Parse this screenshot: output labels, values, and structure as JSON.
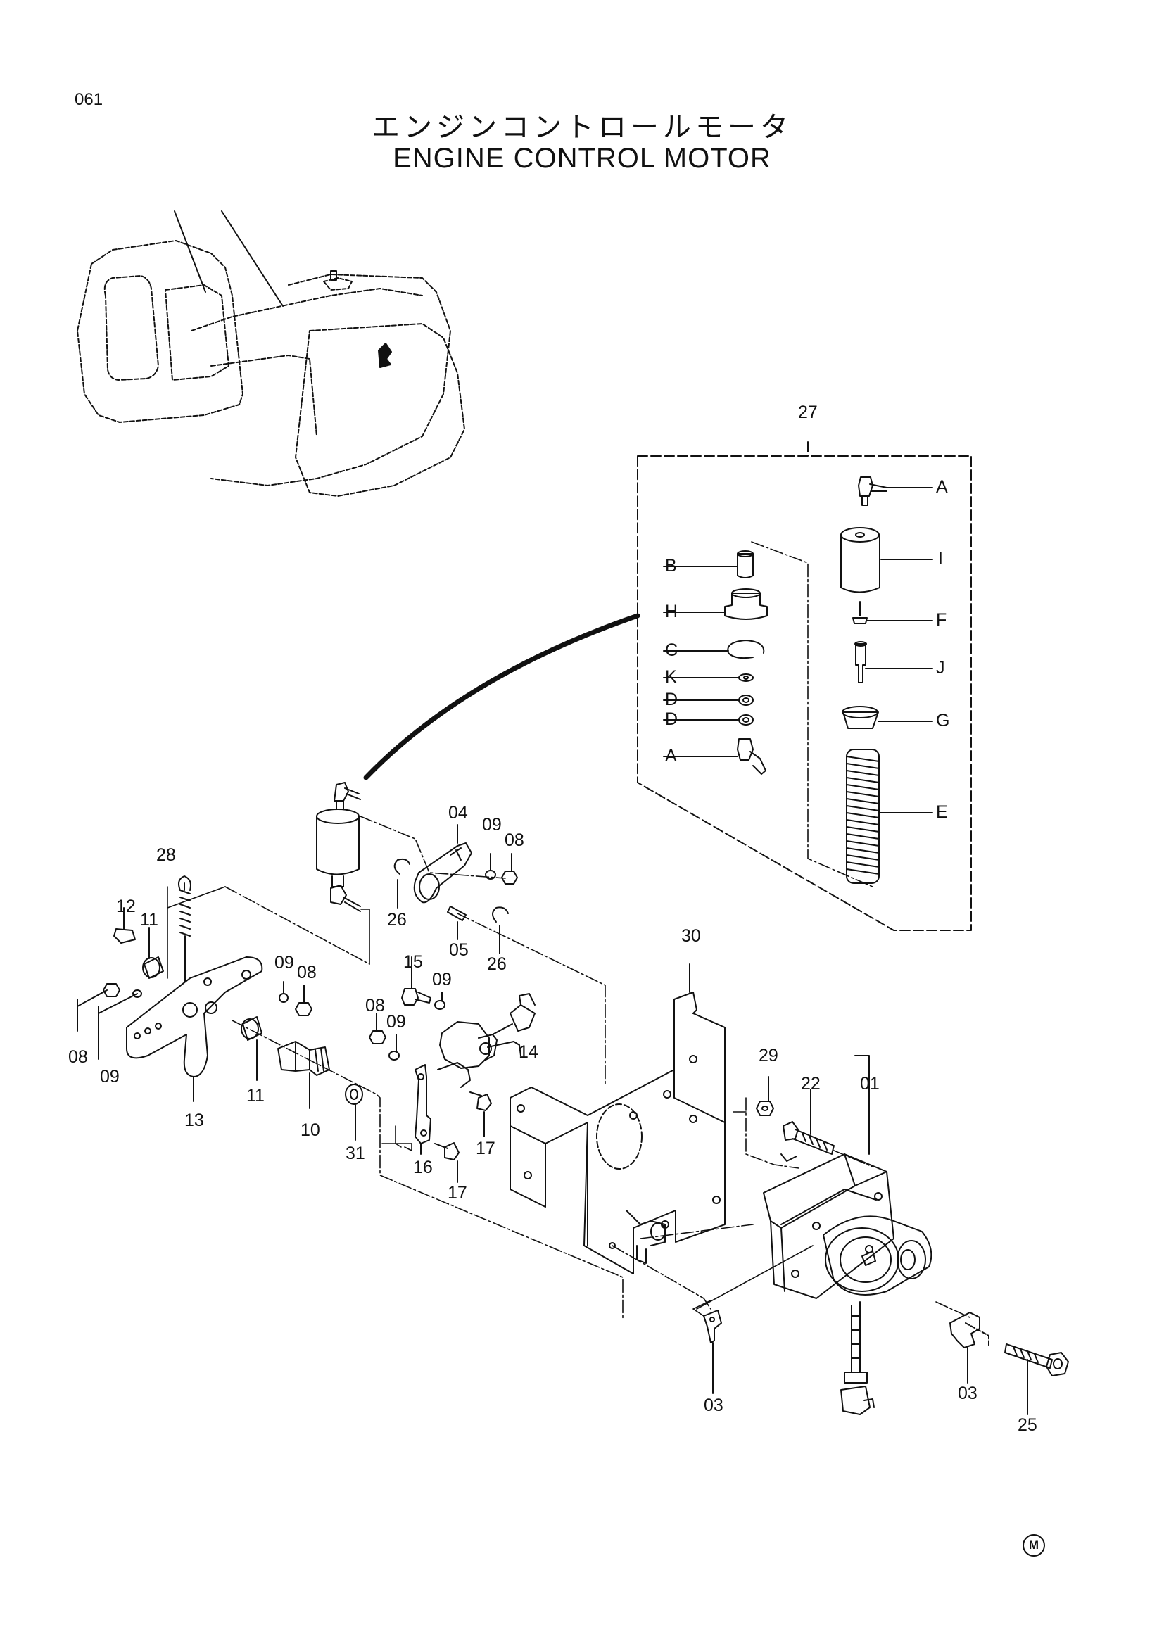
{
  "page_number": "061",
  "title_jp": "エンジンコントロールモータ",
  "title_en": "ENGINE  CONTROL  MOTOR",
  "corner_mark": "M",
  "assembly_label": "27",
  "kit_labels": {
    "A_top": "A",
    "B": "B",
    "I": "I",
    "H": "H",
    "F": "F",
    "C": "C",
    "J": "J",
    "K": "K",
    "D_1": "D",
    "D_2": "D",
    "G": "G",
    "A_bottom": "A",
    "E": "E"
  },
  "part_labels": {
    "p04": "04",
    "p09_a": "09",
    "p08_a": "08",
    "p26_a": "26",
    "p05": "05",
    "p26_b": "26",
    "p28": "28",
    "p12": "12",
    "p11_a": "11",
    "p09_b": "09",
    "p08_b": "08",
    "p15": "15",
    "p09_c": "09",
    "p30": "30",
    "p08_c": "08",
    "p09_d": "09",
    "p14": "14",
    "p08_d": "08",
    "p09_e": "09",
    "p11_b": "11",
    "p13": "13",
    "p10": "10",
    "p31": "31",
    "p16": "16",
    "p17_a": "17",
    "p17_b": "17",
    "p29": "29",
    "p22": "22",
    "p01": "01",
    "p03_a": "03",
    "p03_b": "03",
    "p25": "25"
  },
  "colors": {
    "ink": "#111111",
    "paper": "#ffffff"
  }
}
